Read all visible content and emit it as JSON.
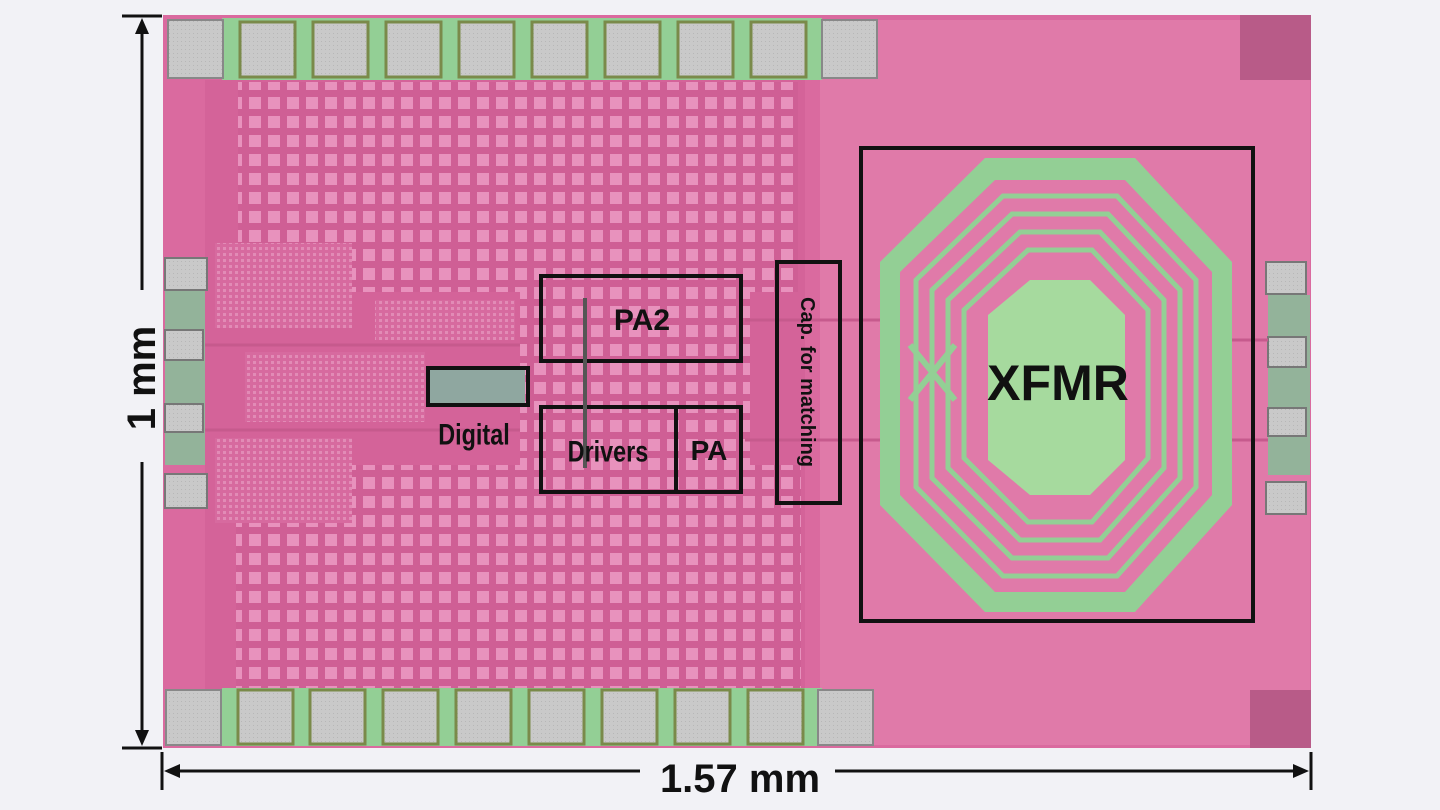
{
  "dimensions": {
    "width_label": "1.57 mm",
    "height_label": "1 mm"
  },
  "blocks": {
    "pa2": "PA2",
    "cap_matching": "Cap. for matching",
    "digital": "Digital",
    "drivers": "Drivers",
    "pa": "PA",
    "xfmr": "XFMR"
  },
  "colors": {
    "die": "#d9639a",
    "metal": "#e07aaa",
    "green": "#93cf95",
    "pad": "#c8c8c8",
    "outline": "#111111"
  }
}
